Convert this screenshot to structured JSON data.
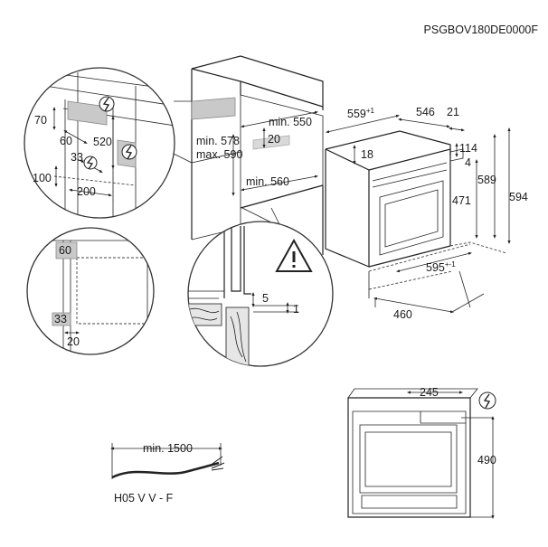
{
  "model_code": "PSGBOV180DE0000F",
  "labels": {
    "d70": "70",
    "d60a": "60",
    "d520": "520",
    "d33a": "33",
    "d100": "100",
    "d200": "200",
    "min550": "min. 550",
    "d20a": "20",
    "min578": "min. 578",
    "max590": "max. 590",
    "min560": "min. 560",
    "d559": "559",
    "d559_sup": "+1",
    "d546": "546",
    "d21": "21",
    "d114": "114",
    "d4": "4",
    "d18": "18",
    "d471": "471",
    "d589": "589",
    "d594": "594",
    "d595": "595",
    "d595_sup": "+-1",
    "d460": "460",
    "d60b": "60",
    "d33b": "33",
    "d20b": "20",
    "d5": "5",
    "d1": "1",
    "d245": "245",
    "d490": "490",
    "min1500": "min. 1500",
    "cable": "H05 V V - F"
  },
  "icons": [
    "plug-icon",
    "warning-triangle-icon"
  ],
  "colors": {
    "line": "#222222",
    "highlight_grey": "#c9c9c9"
  }
}
